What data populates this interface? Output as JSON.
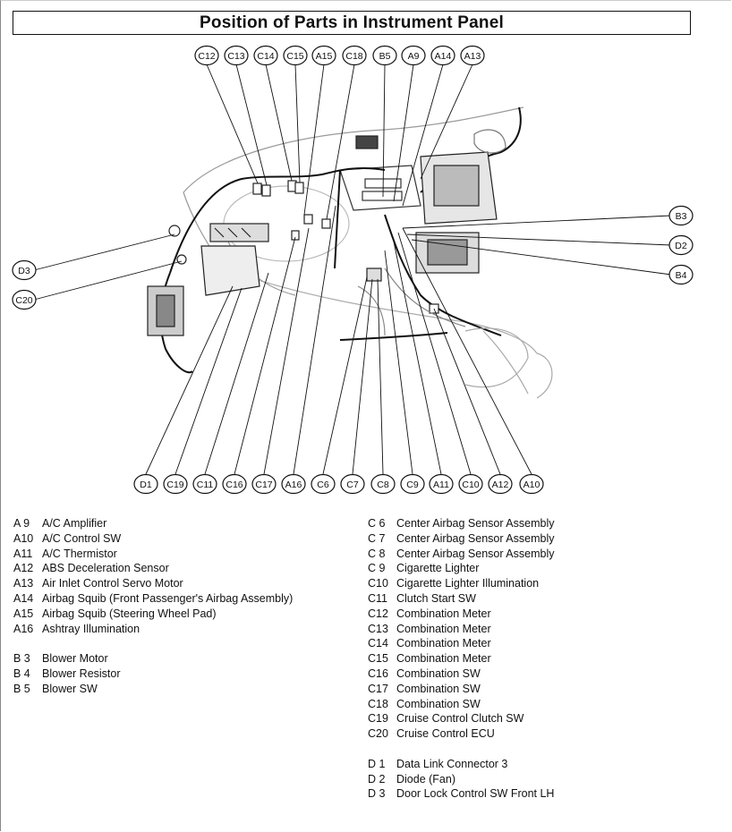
{
  "title": "Position of Parts in Instrument Panel",
  "callouts": {
    "top": [
      "C12",
      "C13",
      "C14",
      "C15",
      "A15",
      "C18",
      "B5",
      "A9",
      "A14",
      "A13"
    ],
    "bottom": [
      "D1",
      "C19",
      "C11",
      "C16",
      "C17",
      "A16",
      "C6",
      "C7",
      "C8",
      "C9",
      "A11",
      "C10",
      "A12",
      "A10"
    ],
    "left": [
      "D3",
      "C20"
    ],
    "right": [
      "B3",
      "D2",
      "B4"
    ]
  },
  "legend_left": [
    {
      "code": "A 9",
      "name": "A/C Amplifier"
    },
    {
      "code": "A10",
      "name": "A/C Control SW"
    },
    {
      "code": "A11",
      "name": "A/C Thermistor"
    },
    {
      "code": "A12",
      "name": "ABS Deceleration Sensor"
    },
    {
      "code": "A13",
      "name": "Air Inlet Control Servo Motor"
    },
    {
      "code": "A14",
      "name": "Airbag Squib (Front Passenger's Airbag Assembly)"
    },
    {
      "code": "A15",
      "name": "Airbag Squib (Steering Wheel Pad)"
    },
    {
      "code": "A16",
      "name": "Ashtray Illumination"
    },
    {
      "code": "",
      "name": ""
    },
    {
      "code": "B 3",
      "name": "Blower Motor"
    },
    {
      "code": "B 4",
      "name": "Blower Resistor"
    },
    {
      "code": "B 5",
      "name": "Blower SW"
    }
  ],
  "legend_right": [
    {
      "code": "C 6",
      "name": "Center Airbag Sensor Assembly"
    },
    {
      "code": "C 7",
      "name": "Center Airbag Sensor Assembly"
    },
    {
      "code": "C 8",
      "name": "Center Airbag Sensor Assembly"
    },
    {
      "code": "C 9",
      "name": "Cigarette Lighter"
    },
    {
      "code": "C10",
      "name": "Cigarette Lighter Illumination"
    },
    {
      "code": "C11",
      "name": "Clutch Start SW"
    },
    {
      "code": "C12",
      "name": "Combination Meter"
    },
    {
      "code": "C13",
      "name": "Combination Meter"
    },
    {
      "code": "C14",
      "name": "Combination Meter"
    },
    {
      "code": "C15",
      "name": "Combination Meter"
    },
    {
      "code": "C16",
      "name": "Combination SW"
    },
    {
      "code": "C17",
      "name": "Combination SW"
    },
    {
      "code": "C18",
      "name": "Combination SW"
    },
    {
      "code": "C19",
      "name": "Cruise Control Clutch SW"
    },
    {
      "code": "C20",
      "name": "Cruise Control ECU"
    },
    {
      "code": "",
      "name": ""
    },
    {
      "code": "D 1",
      "name": "Data Link Connector 3"
    },
    {
      "code": "D 2",
      "name": "Diode (Fan)"
    },
    {
      "code": "D 3",
      "name": "Door Lock Control SW Front LH"
    }
  ]
}
